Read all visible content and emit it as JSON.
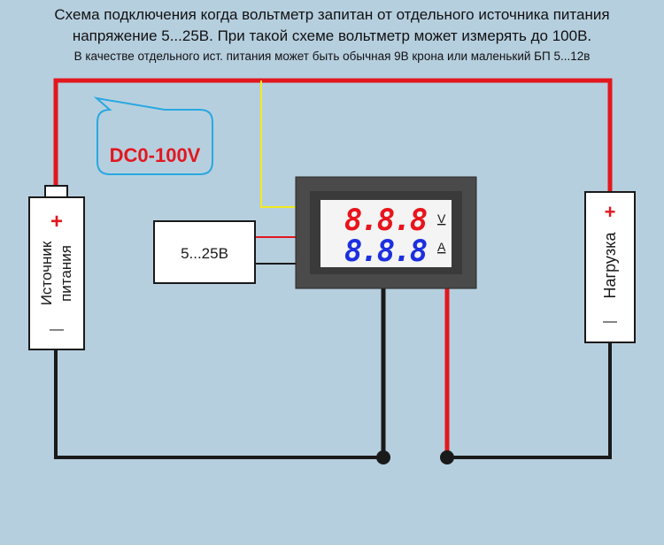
{
  "title": {
    "line1": "Схема подключения когда вольтметр запитан от отдельного источника питания",
    "line2": "напряжение 5...25В. При такой схеме вольтметр может измерять до 100В.",
    "line3": "В качестве отдельного ист. питания может быть обычная 9В крона или маленький БП 5...12в"
  },
  "callout": {
    "text": "DC0-100V"
  },
  "power_source": {
    "label_line1": "Источник",
    "label_line2": "питания",
    "plus": "+",
    "minus": "—"
  },
  "load": {
    "label": "Нагрузка",
    "plus": "+",
    "minus": "—"
  },
  "supply_box": {
    "label": "5...25В"
  },
  "meter": {
    "voltage_digits": "8.8.8",
    "current_digits": "8.8.8",
    "voltage_unit": "V",
    "current_unit": "A"
  },
  "colors": {
    "background": "#b6cfdf",
    "wire_red": "#e3171e",
    "wire_black": "#1a1a1a",
    "wire_yellow": "#f2ea1f",
    "digit_red": "#e8141c",
    "digit_blue": "#1c2fe0",
    "callout_border": "#29a8e0",
    "callout_text": "#e3171e"
  }
}
